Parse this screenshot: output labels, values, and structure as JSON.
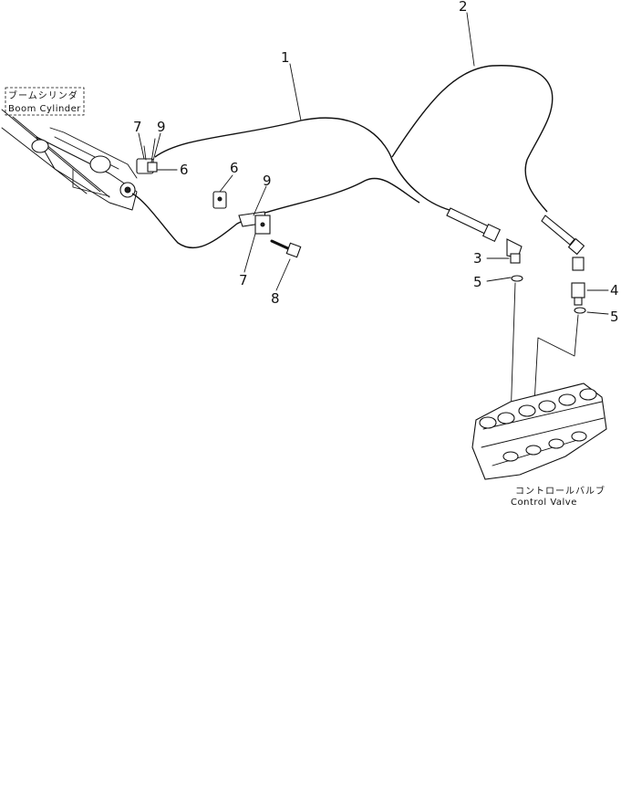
{
  "diagram": {
    "callouts": [
      {
        "id": "1",
        "text": "1"
      },
      {
        "id": "2",
        "text": "2"
      },
      {
        "id": "3",
        "text": "3"
      },
      {
        "id": "4",
        "text": "4"
      },
      {
        "id": "5a",
        "text": "5"
      },
      {
        "id": "5b",
        "text": "5"
      },
      {
        "id": "6a",
        "text": "6"
      },
      {
        "id": "6b",
        "text": "6"
      },
      {
        "id": "7a",
        "text": "7"
      },
      {
        "id": "7b",
        "text": "7"
      },
      {
        "id": "8",
        "text": "8"
      },
      {
        "id": "9a",
        "text": "9"
      },
      {
        "id": "9b",
        "text": "9"
      }
    ],
    "labels": {
      "boom_cylinder_jp": "ブームシリンダ",
      "boom_cylinder_en": "Boom  Cylinder",
      "control_valve_jp": "コントロールバルブ",
      "control_valve_en": "Control  Valve"
    }
  }
}
